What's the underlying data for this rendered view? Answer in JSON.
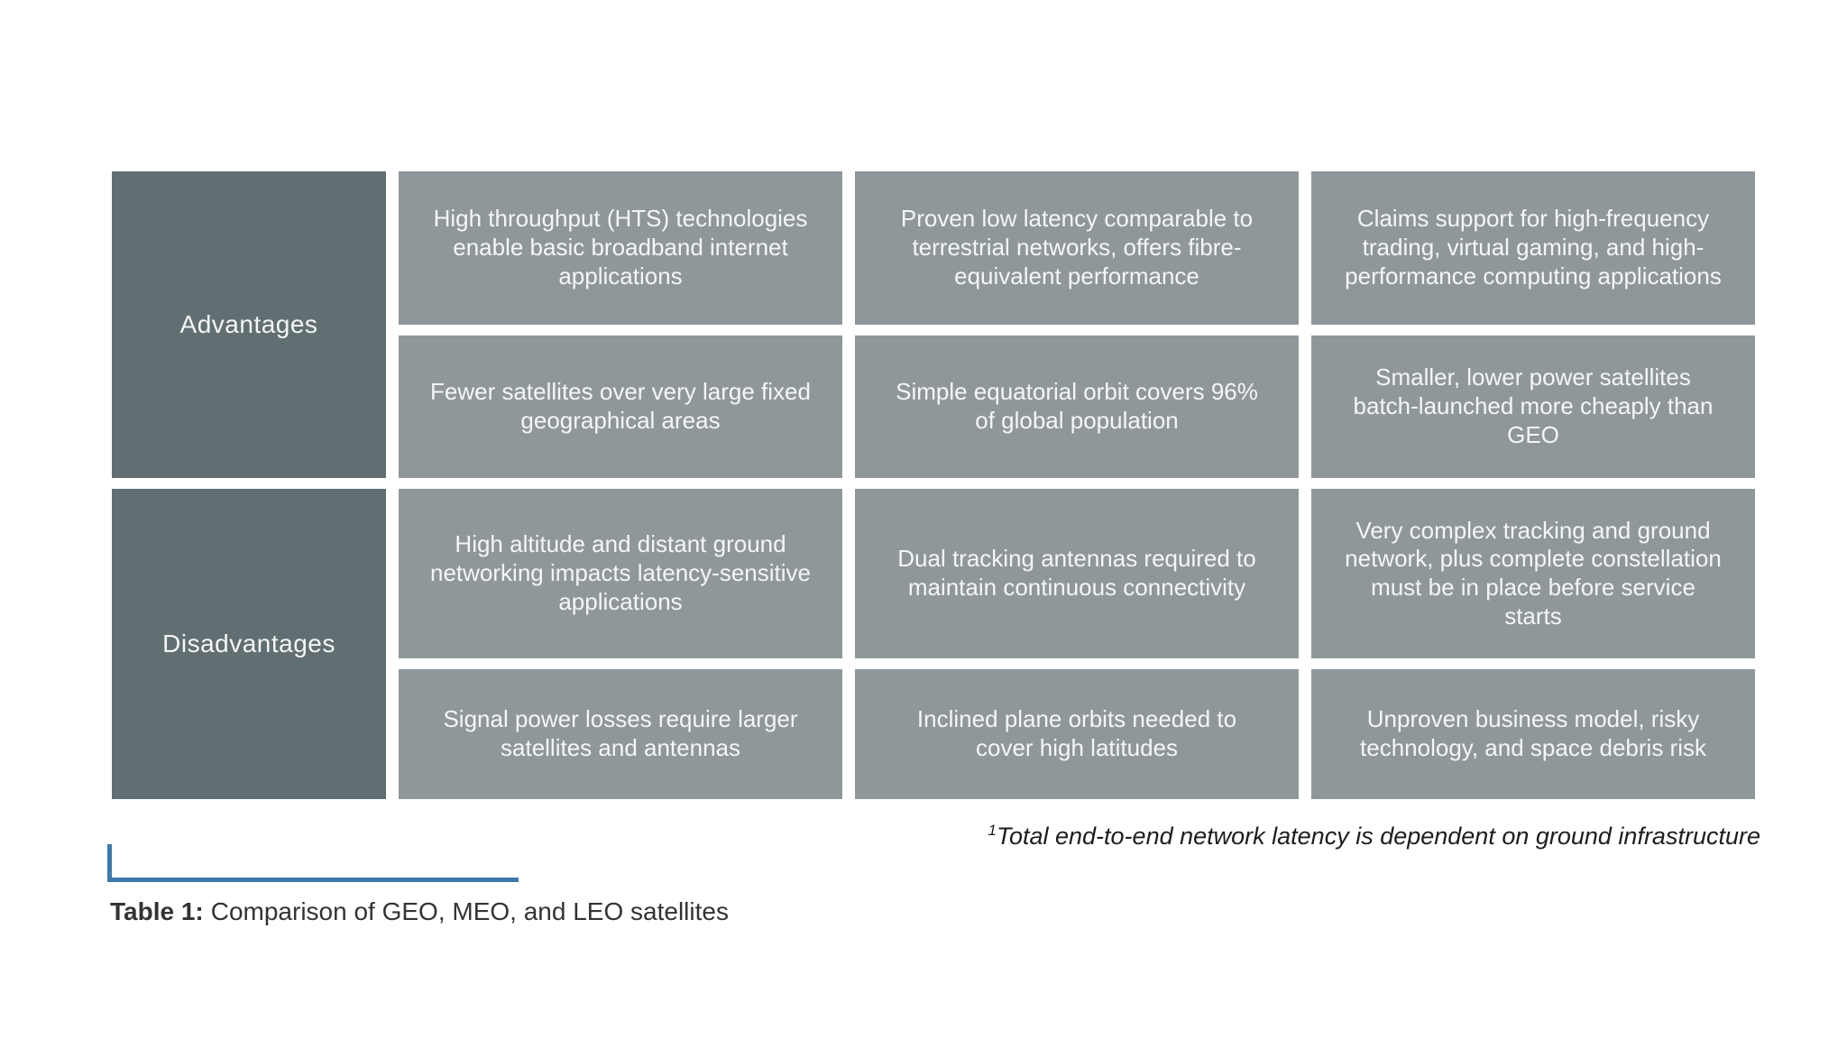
{
  "table": {
    "row_groups": [
      {
        "label": "Advantages",
        "rows": [
          [
            "High throughput (HTS) technologies enable basic broadband internet applications",
            "Proven low latency comparable to terrestrial networks, offers fibre-equivalent performance",
            "Claims support for high-frequency trading, virtual gaming, and high-performance computing applications"
          ],
          [
            "Fewer satellites over very large fixed geographical areas",
            "Simple equatorial orbit covers 96% of global population",
            "Smaller, lower power satellites batch-launched more cheaply than GEO"
          ]
        ]
      },
      {
        "label": "Disadvantages",
        "rows": [
          [
            "High altitude and distant ground networking impacts latency-sensitive applications",
            "Dual tracking antennas required to maintain continuous connectivity",
            "Very complex tracking and ground network, plus complete constellation must be in place before service starts"
          ],
          [
            "Signal power losses require larger satellites and antennas",
            "Inclined plane orbits needed to cover high latitudes",
            "Unproven business model, risky technology, and space debris risk"
          ]
        ]
      }
    ],
    "footnote_sup": "1",
    "footnote_text": "Total end-to-end network latency is dependent on ground infrastructure",
    "caption_label": "Table 1:",
    "caption_text": "Comparison of GEO, MEO, and LEO satellites"
  },
  "colors": {
    "page_bg": "#ffffff",
    "header_cell_bg": "#626f72",
    "data_cell_bg": "#8f979b",
    "cell_text": "#f4f6f6",
    "accent_blue": "#3e79ab",
    "footnote_text": "#1d1d1d",
    "caption_text": "#333333"
  }
}
